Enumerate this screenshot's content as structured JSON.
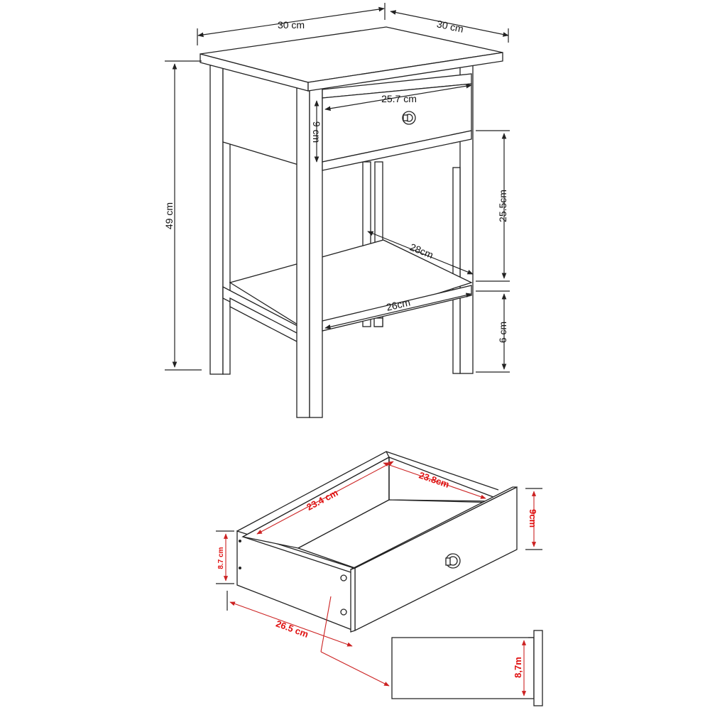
{
  "colors": {
    "line": "#222222",
    "dimension_text": "#111111",
    "drawer_dimension": "#e01010",
    "background": "#ffffff"
  },
  "table_dimensions": {
    "top_width": "30 cm",
    "top_depth": "30 cm",
    "total_height": "49 cm",
    "drawer_front_width": "25.7 cm",
    "drawer_front_height": "9 cm",
    "shelf_gap_height": "25.5cm",
    "shelf_depth": "28cm",
    "shelf_width": "26cm",
    "shelf_to_floor": "6 cm"
  },
  "drawer_dimensions": {
    "inner_length": "23.4 cm",
    "inner_width": "23.8cm",
    "front_height": "9cm",
    "side_height": "8.7 cm",
    "outer_length": "26.5 cm",
    "detail_height": "8,7m"
  }
}
